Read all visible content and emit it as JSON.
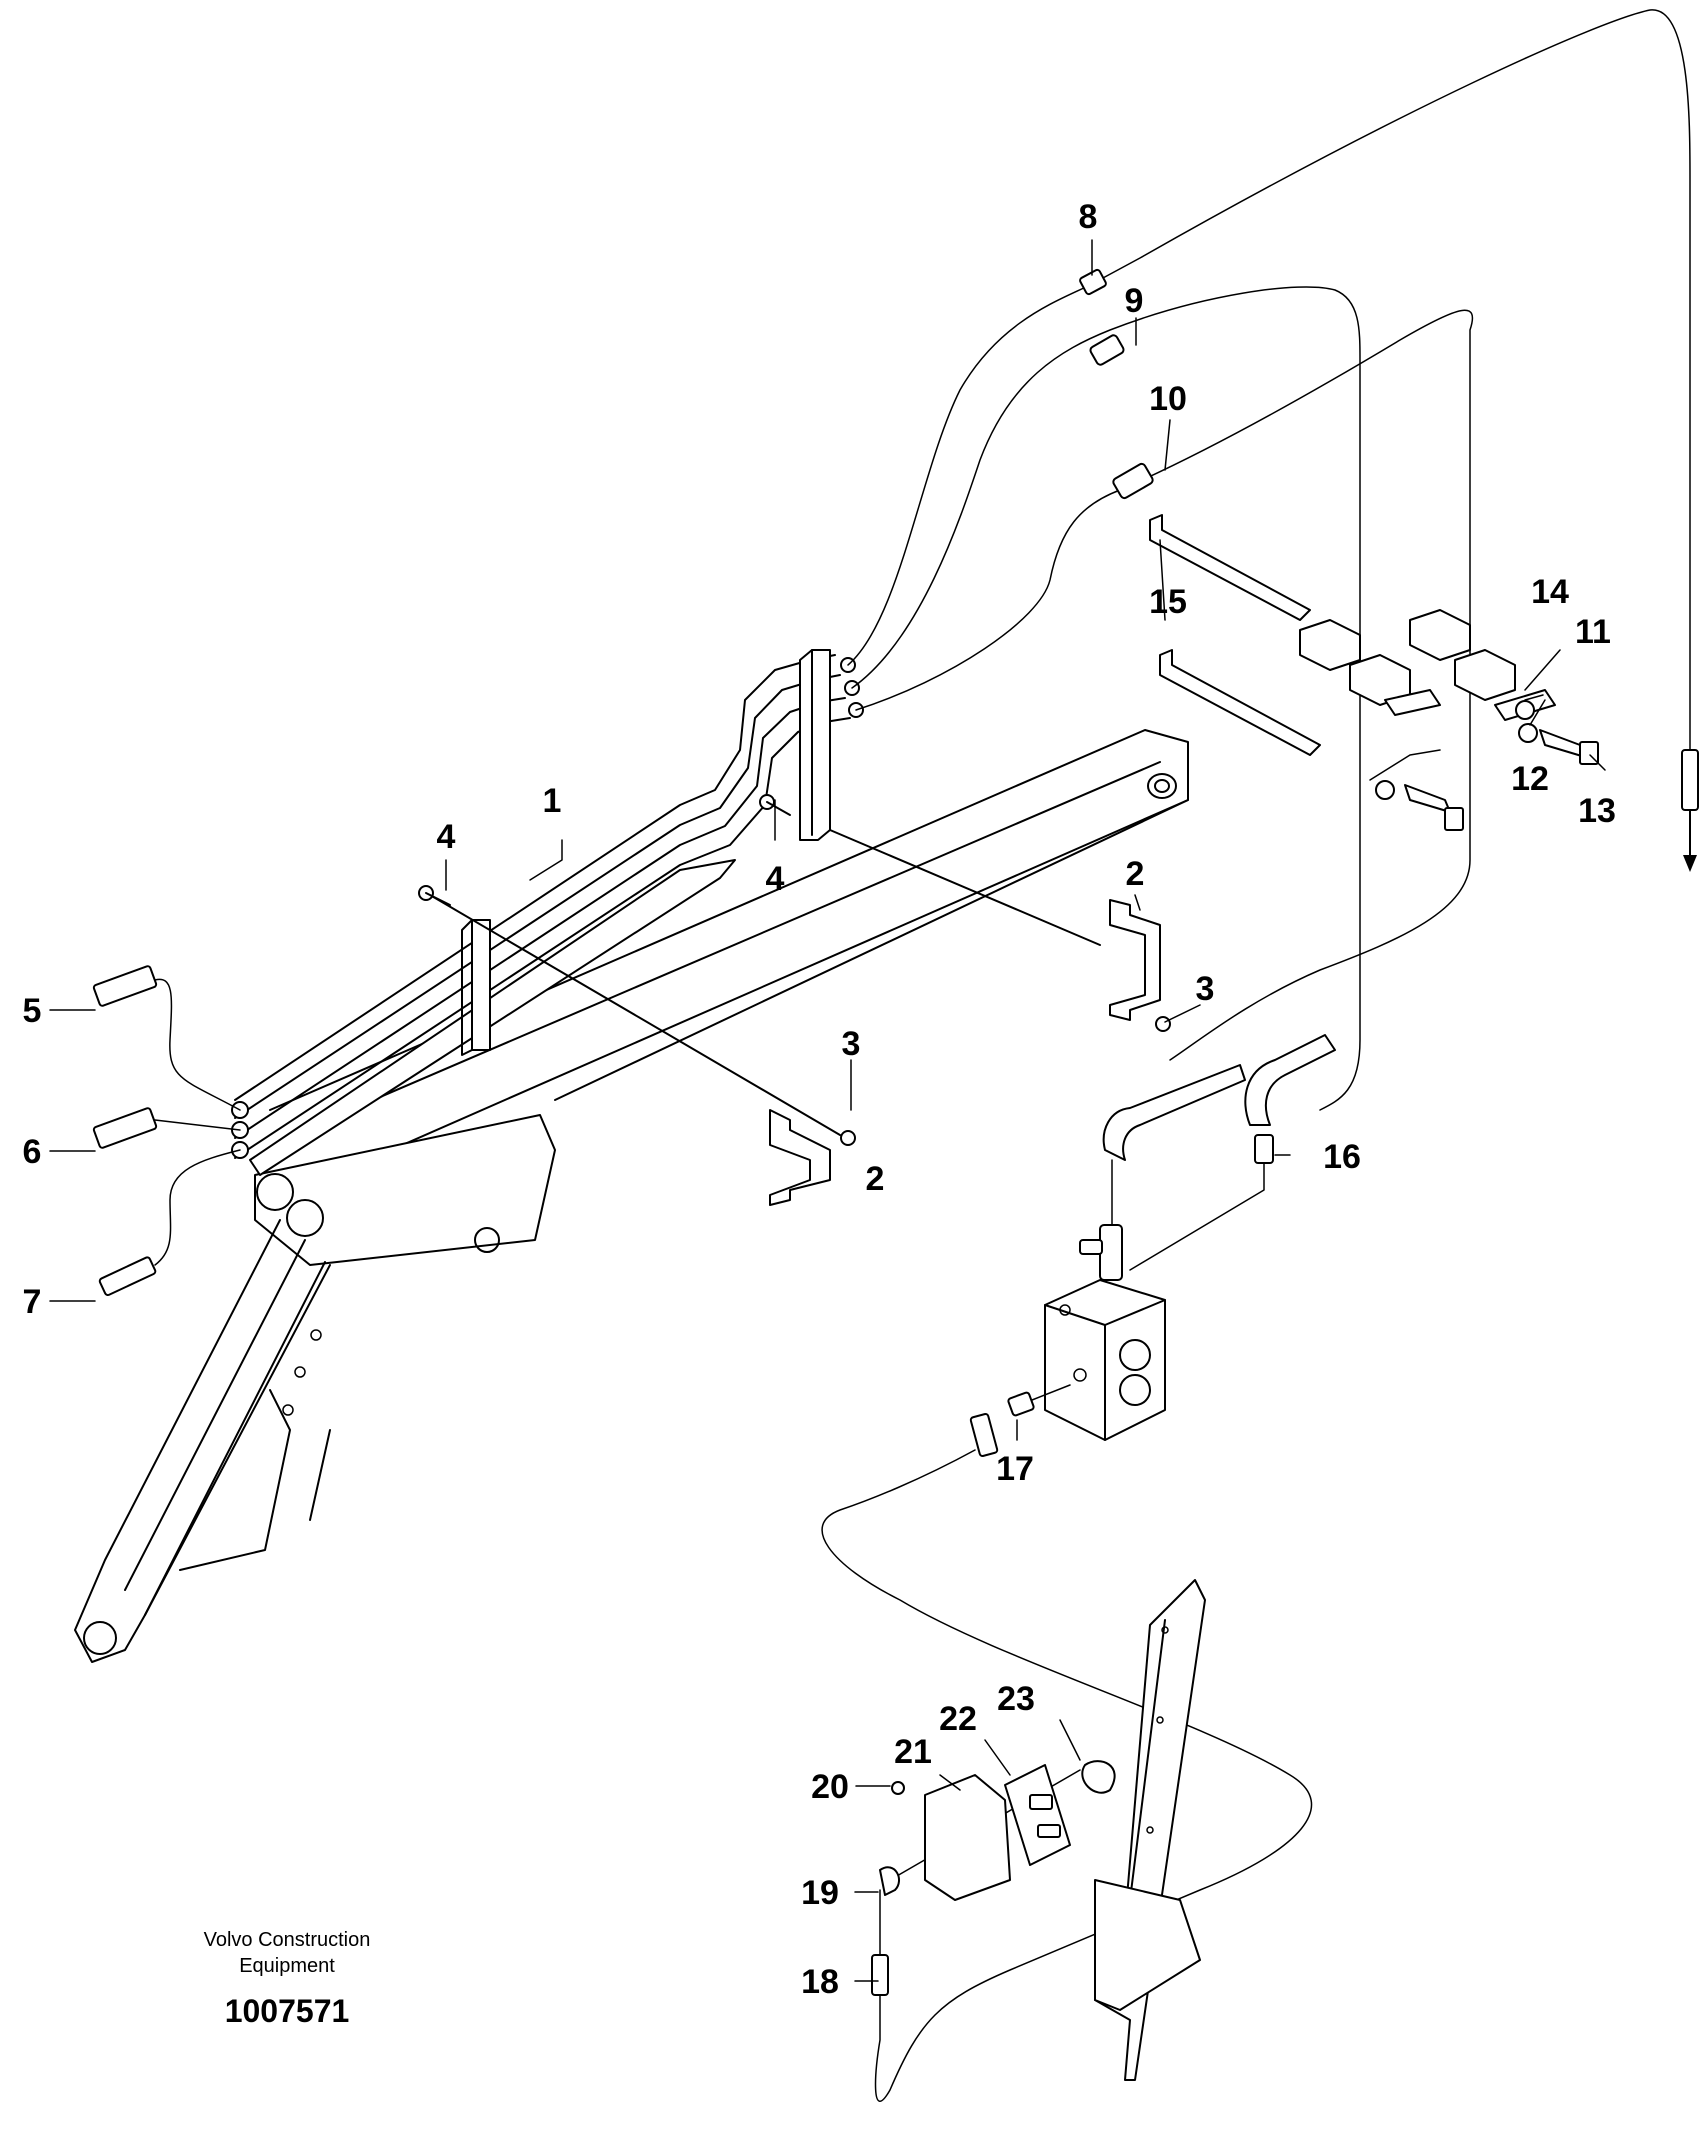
{
  "diagram": {
    "callouts": [
      "1",
      "2",
      "2",
      "3",
      "3",
      "4",
      "4",
      "5",
      "6",
      "7",
      "8",
      "9",
      "10",
      "11",
      "12",
      "13",
      "14",
      "15",
      "16",
      "17",
      "18",
      "19",
      "20",
      "21",
      "22",
      "23"
    ]
  },
  "credit": {
    "line1": "Volvo Construction",
    "line2": "Equipment",
    "number": "1007571"
  }
}
